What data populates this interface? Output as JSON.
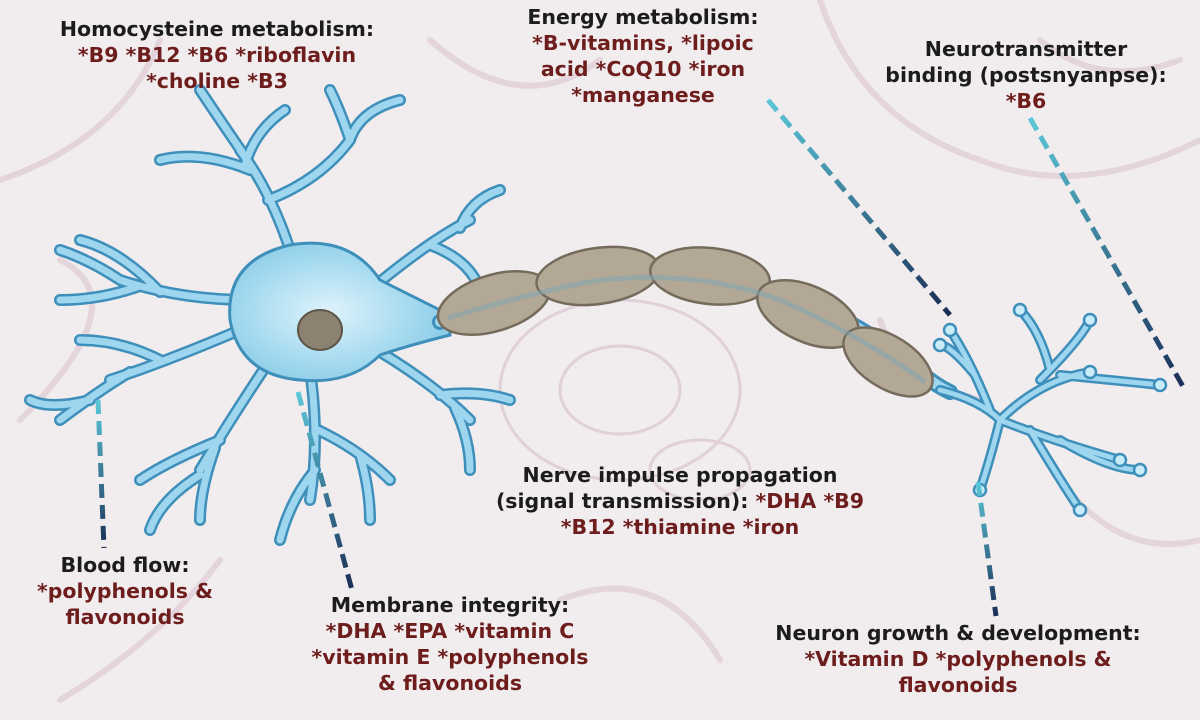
{
  "colors": {
    "background": "#f1ecee",
    "heading_text": "#1c1c1c",
    "nutrient_text": "#6e1d1d",
    "neuron_fill": "#9dd6ee",
    "neuron_stroke": "#3f8fbb",
    "myelin_fill": "#b3a896",
    "nucleus": "#8d8172",
    "leader_line_top": "#5cc8d8",
    "leader_line_bottom": "#1a2d55"
  },
  "labels": {
    "homocysteine": {
      "heading": "Homocysteine metabolism:",
      "line1": "*B9 *B12 *B6 *riboflavin",
      "line2": "*choline *B3"
    },
    "energy": {
      "heading": "Energy metabolism:",
      "line1": "*B-vitamins, *lipoic",
      "line2": "acid *CoQ10 *iron",
      "line3": "*manganese"
    },
    "neurotransmitter": {
      "heading1": "Neurotransmitter",
      "heading2": "binding (postsnyanpse):",
      "line1": "*B6"
    },
    "nerve_impulse": {
      "heading": "Nerve impulse propagation",
      "line2_heading": "(signal transmission):",
      "line2_nutrients": " *DHA *B9",
      "line3": "*B12 *thiamine *iron"
    },
    "blood_flow": {
      "heading": "Blood flow:",
      "line1": "*polyphenols &",
      "line2": "flavonoids"
    },
    "membrane": {
      "heading": "Membrane integrity:",
      "line1": "*DHA *EPA *vitamin C",
      "line2": "*vitamin E *polyphenols",
      "line3": "& flavonoids"
    },
    "growth": {
      "heading": "Neuron growth & development:",
      "line1": "*Vitamin D *polyphenols &",
      "line2": "flavonoids"
    }
  }
}
